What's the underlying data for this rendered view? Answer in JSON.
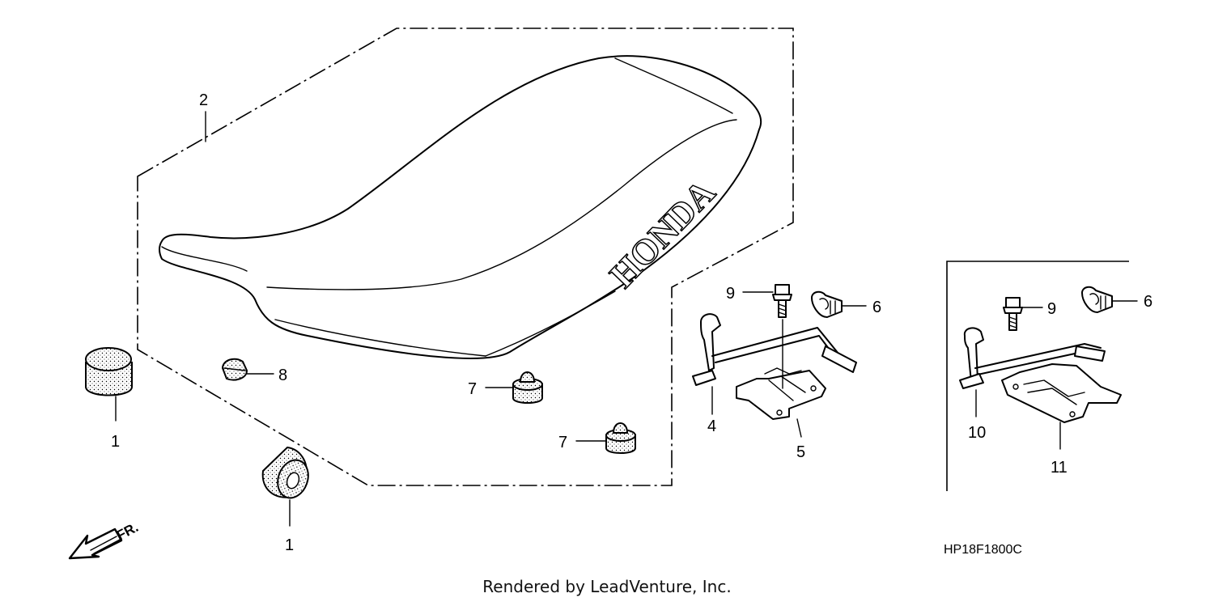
{
  "diagram": {
    "brand_text": "HONDA",
    "direction_label": "FR.",
    "diagram_code": "HP18F1800C",
    "callouts": {
      "seat": "2",
      "cushion_left": "1",
      "cushion_bottom": "1",
      "bumper_8": "8",
      "stopper_7_upper": "7",
      "stopper_7_lower": "7",
      "latch_hook_4": "4",
      "latch_plate_5": "5",
      "bolt_9_left": "9",
      "nut_6_left": "6",
      "bolt_9_right": "9",
      "nut_6_right": "6",
      "latch_hook_10": "10",
      "latch_plate_11": "11"
    }
  },
  "footer": {
    "credit": "Rendered by LeadVenture, Inc."
  }
}
